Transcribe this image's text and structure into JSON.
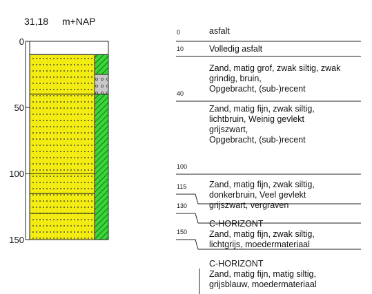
{
  "header": {
    "elevation": "31,18",
    "unit": "m+NAP"
  },
  "axis": {
    "ticks": [
      {
        "value": 0,
        "label": "0"
      },
      {
        "value": 50,
        "label": "50"
      },
      {
        "value": 100,
        "label": "100"
      },
      {
        "value": 150,
        "label": "150"
      }
    ],
    "range": [
      0,
      150
    ]
  },
  "colors": {
    "sand": "#f2ec12",
    "sand_dots": "#222222",
    "hatch_green": "#39d539",
    "asphalt_fill": "#ffffff",
    "fill_gray": "#c8c8c8"
  },
  "column_layers": [
    {
      "from": 0,
      "to": 10,
      "type": "asphalt"
    },
    {
      "from": 10,
      "to": 40,
      "type": "sand"
    },
    {
      "from": 40,
      "to": 100,
      "type": "sand"
    },
    {
      "from": 100,
      "to": 115,
      "type": "sand"
    },
    {
      "from": 115,
      "to": 130,
      "type": "sand"
    },
    {
      "from": 130,
      "to": 150,
      "type": "sand"
    }
  ],
  "side_strip": [
    {
      "from": 10,
      "to": 25,
      "type": "hatch"
    },
    {
      "from": 25,
      "to": 40,
      "type": "gray"
    },
    {
      "from": 40,
      "to": 150,
      "type": "hatch"
    }
  ],
  "descriptions": [
    {
      "depth": "0",
      "lines": [
        "asfalt"
      ]
    },
    {
      "depth": "10",
      "lines": [
        "Volledig  asfalt"
      ]
    },
    {
      "depth": "",
      "lines": [
        "Zand, matig grof, zwak siltig, zwak",
        "grindig, bruin,",
        "Opgebracht, (sub-)recent"
      ]
    },
    {
      "depth": "40",
      "lines": [
        "Zand, matig fijn, zwak siltig,",
        "lichtbruin, Weinig gevlekt",
        "grijszwart,",
        "Opgebracht, (sub-)recent"
      ]
    },
    {
      "depth": "100",
      "lines": []
    },
    {
      "depth": "115",
      "lines": [
        "Zand, matig fijn, zwak siltig,",
        "donkerbruin, Veel gevlekt",
        "grijszwart, vergraven"
      ]
    },
    {
      "depth": "130",
      "lines": [
        "C-HORIZONT",
        "Zand, matig fijn, zwak siltig,",
        "lichtgrijs,   moedermateriaal"
      ]
    },
    {
      "depth": "150",
      "lines": [
        "C-HORIZONT",
        "Zand, matig fijn, matig siltig,",
        "grijsblauw,  moedermateriaal"
      ]
    }
  ]
}
